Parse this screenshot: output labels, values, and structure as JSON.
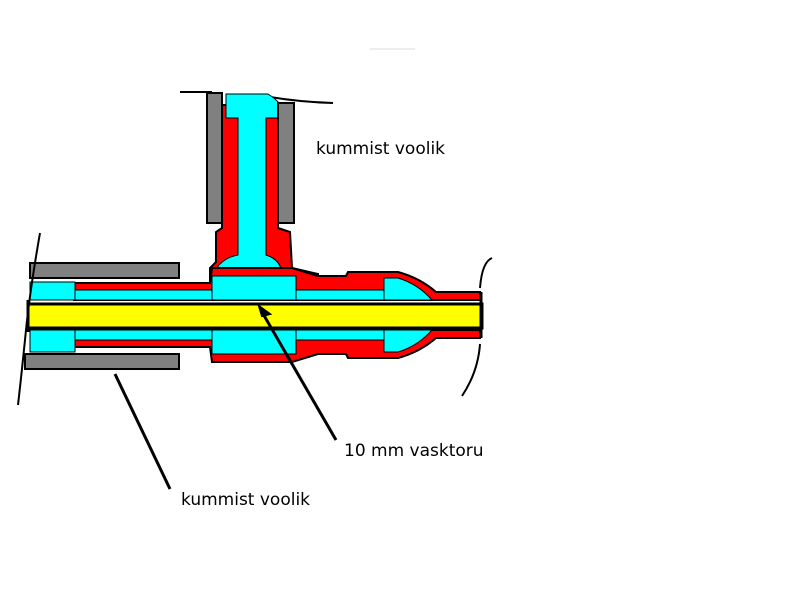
{
  "labels": {
    "hose_top": "kummist voolik",
    "copper_pipe": "10 mm vasktoru",
    "hose_bottom": "kummist voolik"
  },
  "colors": {
    "background": "#ffffff",
    "hose": "#808080",
    "fitting": "#ff0000",
    "fluid": "#00ffff",
    "copper_pipe": "#ffff00",
    "outline": "#000000"
  }
}
